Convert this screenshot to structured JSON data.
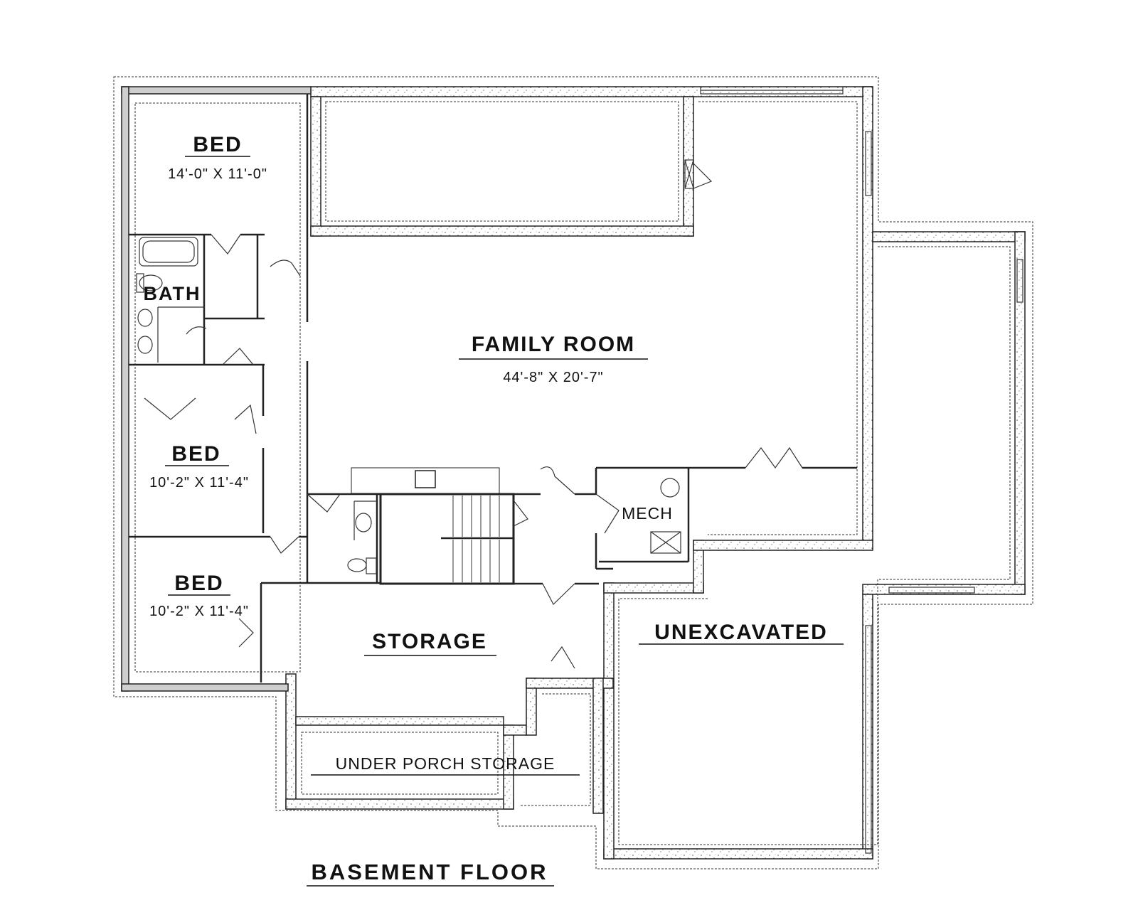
{
  "plan": {
    "title": "BASEMENT FLOOR",
    "rooms": {
      "bed1": {
        "name": "BED",
        "size": "14'-0\" X 11'-0\""
      },
      "bed2": {
        "name": "BED",
        "size": "10'-2\" X 11'-4\""
      },
      "bed3": {
        "name": "BED",
        "size": "10'-2\" X 11'-4\""
      },
      "bath": {
        "name": "BATH"
      },
      "family": {
        "name": "FAMILY ROOM",
        "size": "44'-8\" X 20'-7\""
      },
      "mech": {
        "name": "MECH"
      },
      "storage": {
        "name": "STORAGE"
      },
      "under_porch": {
        "name": "UNDER PORCH STORAGE"
      },
      "unexcavated": {
        "name": "UNEXCAVATED"
      }
    }
  }
}
